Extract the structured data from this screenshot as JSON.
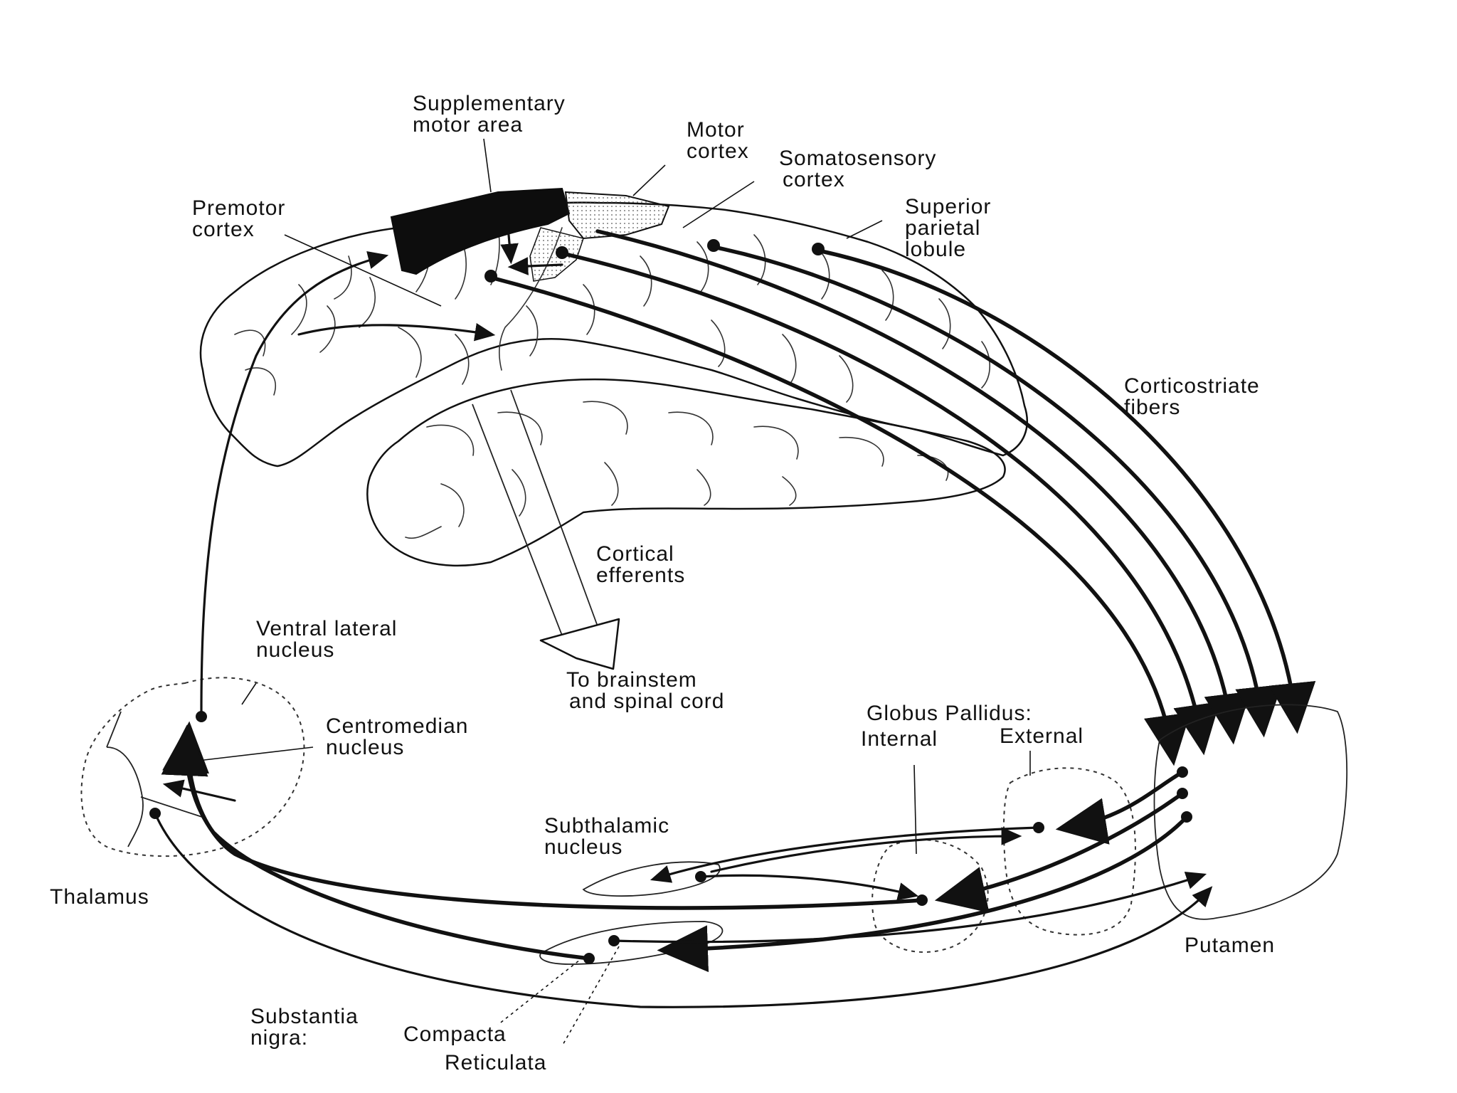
{
  "labels": {
    "supplementary_motor_area": [
      "Supplementary",
      "motor area"
    ],
    "motor_cortex": [
      "Motor",
      "cortex"
    ],
    "somatosensory_cortex": [
      "Somatosensory",
      "cortex"
    ],
    "premotor_cortex": [
      "Premotor",
      "cortex"
    ],
    "superior_parietal_lobule": [
      "Superior",
      "parietal",
      "lobule"
    ],
    "corticostriate_fibers": [
      "Corticostriate",
      "fibers"
    ],
    "cortical_efferents": [
      "Cortical",
      "efferents"
    ],
    "to_brainstem": [
      "To brainstem",
      "and spinal cord"
    ],
    "ventral_lateral_nucleus": [
      "Ventral lateral",
      "nucleus"
    ],
    "centromedian_nucleus": [
      "Centromedian",
      "nucleus"
    ],
    "thalamus": "Thalamus",
    "globus_pallidus": "Globus Pallidus:",
    "internal": "Internal",
    "external": "External",
    "subthalamic_nucleus": [
      "Subthalamic",
      "nucleus"
    ],
    "putamen": "Putamen",
    "substantia_nigra": [
      "Substantia",
      "nigra:"
    ],
    "compacta": "Compacta",
    "reticulata": "Reticulata"
  },
  "colors": {
    "ink": "#111111",
    "background": "#ffffff"
  }
}
